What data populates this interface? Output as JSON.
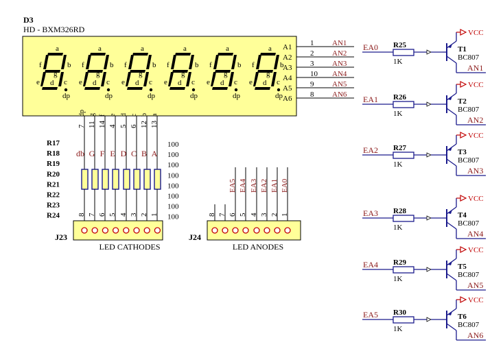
{
  "display": {
    "ref": "D3",
    "part": "HD - BXM326RD",
    "digit_segments": {
      "a": "a",
      "b": "b",
      "c": "c",
      "d": "d",
      "e": "e",
      "f": "f",
      "g": "g",
      "dp": "dp"
    },
    "common_pins": [
      "A1",
      "A2",
      "A3",
      "A4",
      "A5",
      "A6"
    ],
    "common_pin_numbers": [
      "1",
      "2",
      "3",
      "10",
      "9",
      "8"
    ],
    "common_net_labels": [
      "AN1",
      "AN2",
      "AN3",
      "AN4",
      "AN5",
      "AN6"
    ],
    "bottom_pins": [
      {
        "name": "dp",
        "num": "7"
      },
      {
        "name": "g",
        "num": "11"
      },
      {
        "name": "f",
        "num": "14"
      },
      {
        "name": "e",
        "num": "4"
      },
      {
        "name": "d",
        "num": "5"
      },
      {
        "name": "c",
        "num": "6"
      },
      {
        "name": "b",
        "num": "12"
      },
      {
        "name": "a",
        "num": "13"
      }
    ]
  },
  "resistor_pack": {
    "refs": [
      "R17",
      "R18",
      "R19",
      "R20",
      "R21",
      "R22",
      "R23",
      "R24"
    ],
    "values": [
      "100",
      "100",
      "100",
      "100",
      "100",
      "100",
      "100",
      "100"
    ],
    "net_labels": [
      "db",
      "G",
      "F",
      "E",
      "D",
      "C",
      "B",
      "A"
    ]
  },
  "j23": {
    "ref": "J23",
    "label": "LED CATHODES",
    "pin_numbers": [
      "8",
      "7",
      "6",
      "5",
      "4",
      "3",
      "2",
      "1"
    ]
  },
  "j24": {
    "ref": "J24",
    "label": "LED ANODES",
    "pin_numbers": [
      "8",
      "7",
      "6",
      "5",
      "4",
      "3",
      "2",
      "1"
    ],
    "net_labels": [
      "EA5",
      "EA4",
      "EA3",
      "EA2",
      "EA1",
      "EA0"
    ]
  },
  "drivers": [
    {
      "input": "EA0",
      "res": "R25",
      "res_val": "1K",
      "transistor": "T1",
      "type": "BC807",
      "supply": "VCC",
      "output": "AN1"
    },
    {
      "input": "EA1",
      "res": "R26",
      "res_val": "1K",
      "transistor": "T2",
      "type": "BC807",
      "supply": "VCC",
      "output": "AN2"
    },
    {
      "input": "EA2",
      "res": "R27",
      "res_val": "1K",
      "transistor": "T3",
      "type": "BC807",
      "supply": "VCC",
      "output": "AN3"
    },
    {
      "input": "EA3",
      "res": "R28",
      "res_val": "1K",
      "transistor": "T4",
      "type": "BC807",
      "supply": "VCC",
      "output": "AN4"
    },
    {
      "input": "EA4",
      "res": "R29",
      "res_val": "1K",
      "transistor": "T5",
      "type": "BC807",
      "supply": "VCC",
      "output": "AN5"
    },
    {
      "input": "EA5",
      "res": "R30",
      "res_val": "1K",
      "transistor": "T6",
      "type": "BC807",
      "supply": "VCC",
      "output": "AN6"
    }
  ],
  "colors": {
    "component_fill": "#ffff99",
    "wire": "#1a1a8c",
    "net_label": "#8b1a1a",
    "power": "#c00000",
    "pad": "#c00000"
  }
}
